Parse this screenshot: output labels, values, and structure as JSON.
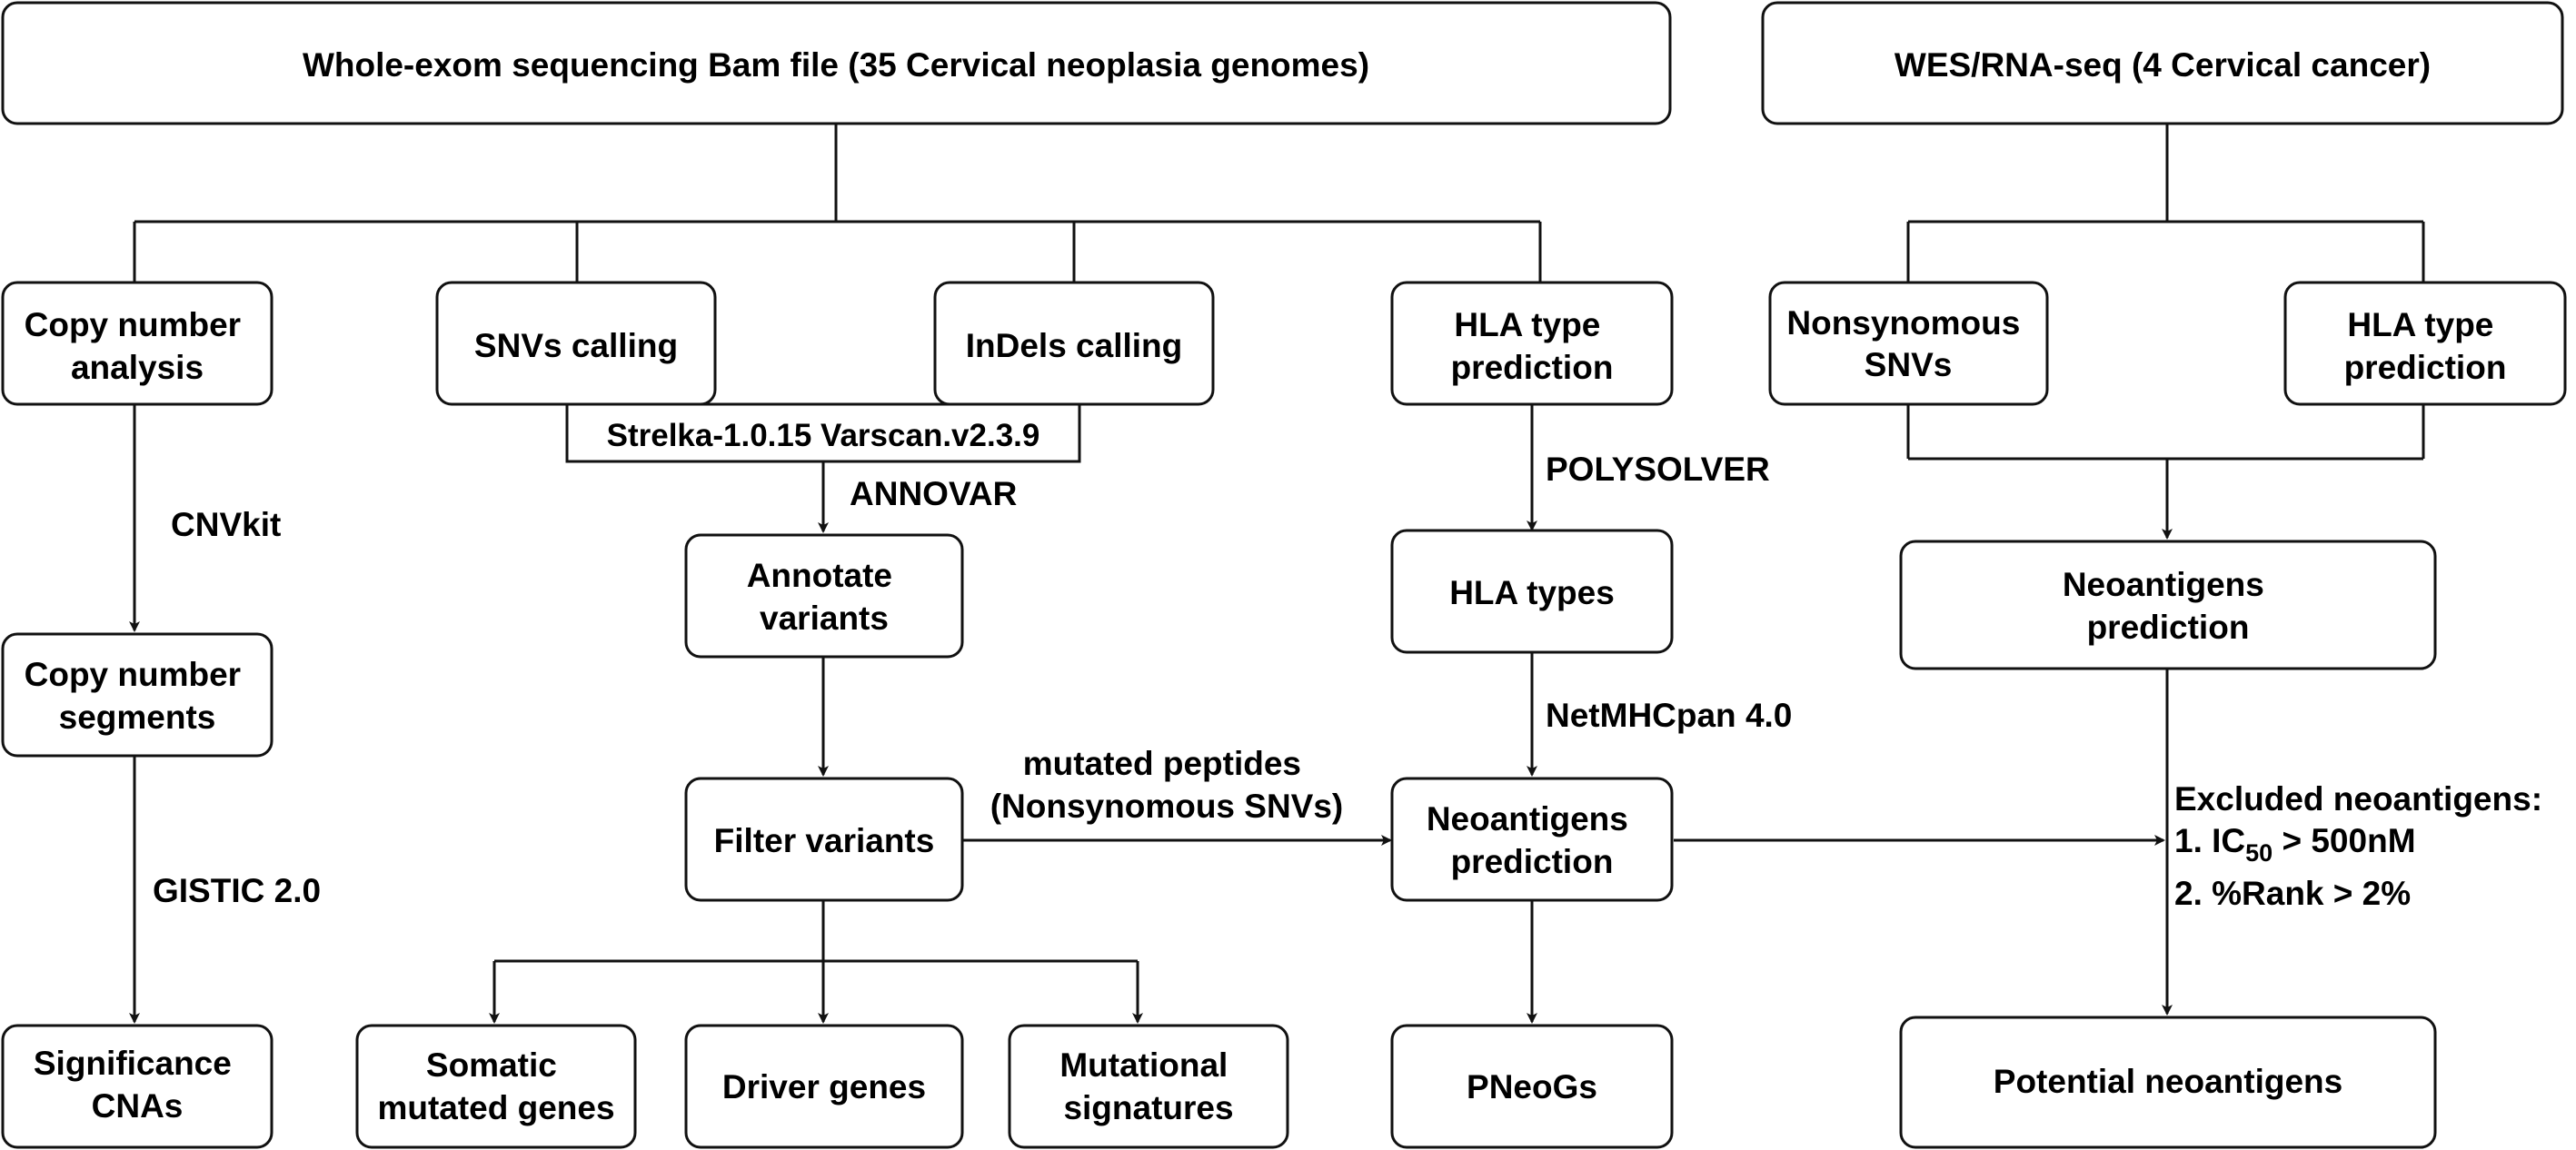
{
  "nodes": {
    "wes_bam": {
      "lines": [
        "Whole-exom sequencing Bam file (35 Cervical neoplasia genomes)"
      ]
    },
    "wes_rna": {
      "lines": [
        "WES/RNA-seq (4 Cervical cancer)"
      ]
    },
    "copy_number_analysis": {
      "lines": [
        "Copy number",
        "analysis"
      ]
    },
    "snvs_calling": {
      "lines": [
        "SNVs calling"
      ]
    },
    "indels_calling": {
      "lines": [
        "InDels calling"
      ]
    },
    "hla_type_prediction_left": {
      "lines": [
        "HLA  type",
        "prediction"
      ]
    },
    "nonsynonymous_snvs": {
      "lines": [
        "Nonsynomous",
        "SNVs"
      ]
    },
    "hla_type_prediction_right": {
      "lines": [
        "HLA  type",
        "prediction"
      ]
    },
    "copy_number_segments": {
      "lines": [
        "Copy number",
        "segments"
      ]
    },
    "annotate_variants": {
      "lines": [
        "Annotate",
        "variants"
      ]
    },
    "hla_types": {
      "lines": [
        "HLA  types"
      ]
    },
    "neoantigens_prediction_right": {
      "lines": [
        "Neoantigens",
        "prediction"
      ]
    },
    "filter_variants": {
      "lines": [
        "Filter variants"
      ]
    },
    "neoantigens_prediction_center": {
      "lines": [
        "Neoantigens",
        "prediction"
      ]
    },
    "significance_cnas": {
      "lines": [
        "Significance",
        "CNAs"
      ]
    },
    "somatic_mutated_genes": {
      "lines": [
        "Somatic",
        "mutated genes"
      ]
    },
    "driver_genes": {
      "lines": [
        "Driver genes"
      ]
    },
    "mutational_signatures": {
      "lines": [
        "Mutational",
        "signatures"
      ]
    },
    "pneogs": {
      "lines": [
        "PNeoGs"
      ]
    },
    "potential_neoantigens": {
      "lines": [
        "Potential neoantigens"
      ]
    }
  },
  "edge_labels": {
    "cnvkit": "CNVkit",
    "gistic": "GISTIC 2.0",
    "callers": "Strelka-1.0.15 Varscan.v2.3.9",
    "annovar": "ANNOVAR",
    "polysolver": "POLYSOLVER",
    "netmhcpan": "NetMHCpan 4.0",
    "mutated_peptides": [
      "mutated peptides",
      "(Nonsynomous SNVs)"
    ],
    "exclusion": {
      "title": "Excluded neoantigens:",
      "rule1_prefix": "1. IC",
      "rule1_sub": "50",
      "rule1_suffix": " > 500nM",
      "rule2": "2. %Rank > 2%"
    }
  }
}
